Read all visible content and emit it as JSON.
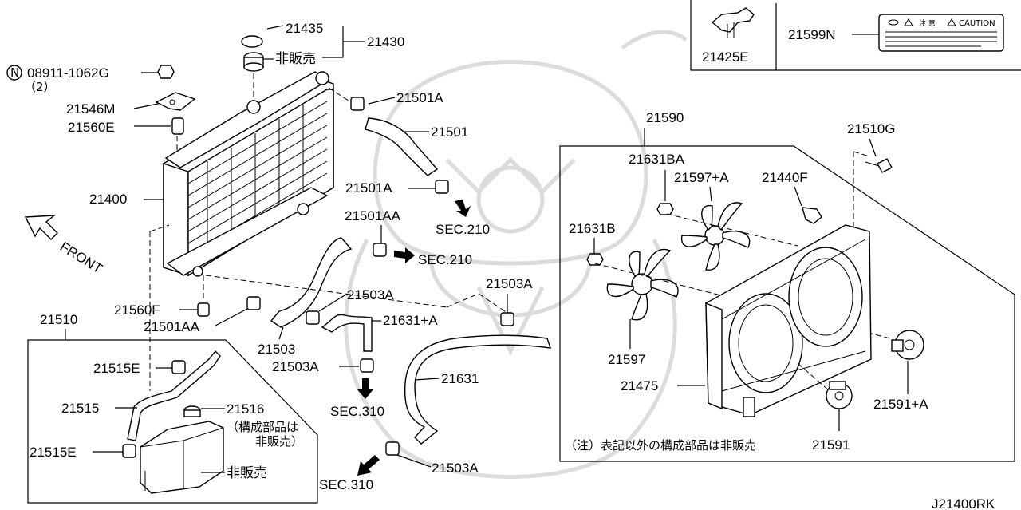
{
  "diagram": {
    "watermark_icon": "samurai-helmet-watermark-icon",
    "front_label": "FRONT",
    "footer_code": "J21400RK",
    "caution_label_text": "CAUTION",
    "note_text": "（注）表記以外の構成部品は非販売",
    "labels": {
      "p21435": "21435",
      "p21430": "21430",
      "not_for_sale_1": "非販売",
      "bolt_code": "08911-1062G",
      "bolt_qty": "（2）",
      "bolt_marker": "N",
      "p21546m": "21546M",
      "p21560e": "21560E",
      "p21400": "21400",
      "p21560f": "21560F",
      "p21501aa_1": "21501AA",
      "p21501a_1": "21501A",
      "p21501": "21501",
      "p21501a_2": "21501A",
      "sec210_1": "SEC.210",
      "p21501aa_2": "21501AA",
      "sec210_2": "SEC.210",
      "p21503": "21503",
      "p21503a_1": "21503A",
      "p21631a": "21631+A",
      "p21503a_2": "21503A",
      "sec310_1": "SEC.310",
      "p21503a_3": "21503A",
      "p21631": "21631",
      "p21503a_4": "21503A",
      "sec310_2": "SEC.310",
      "p21510": "21510",
      "p21515e_1": "21515E",
      "p21515": "21515",
      "p21516": "21516",
      "p21516_note1": "（構成部品は",
      "p21516_note2": "非販売）",
      "p21515e_2": "21515E",
      "not_for_sale_2": "非販売",
      "p21425e": "21425E",
      "p21599n": "21599N",
      "p21590": "21590",
      "p21510g": "21510G",
      "p21631ba": "21631BA",
      "p21597a": "21597+A",
      "p21440f": "21440F",
      "p21631b": "21631B",
      "p21597": "21597",
      "p21475": "21475",
      "p21591a": "21591+A",
      "p21591": "21591"
    }
  }
}
